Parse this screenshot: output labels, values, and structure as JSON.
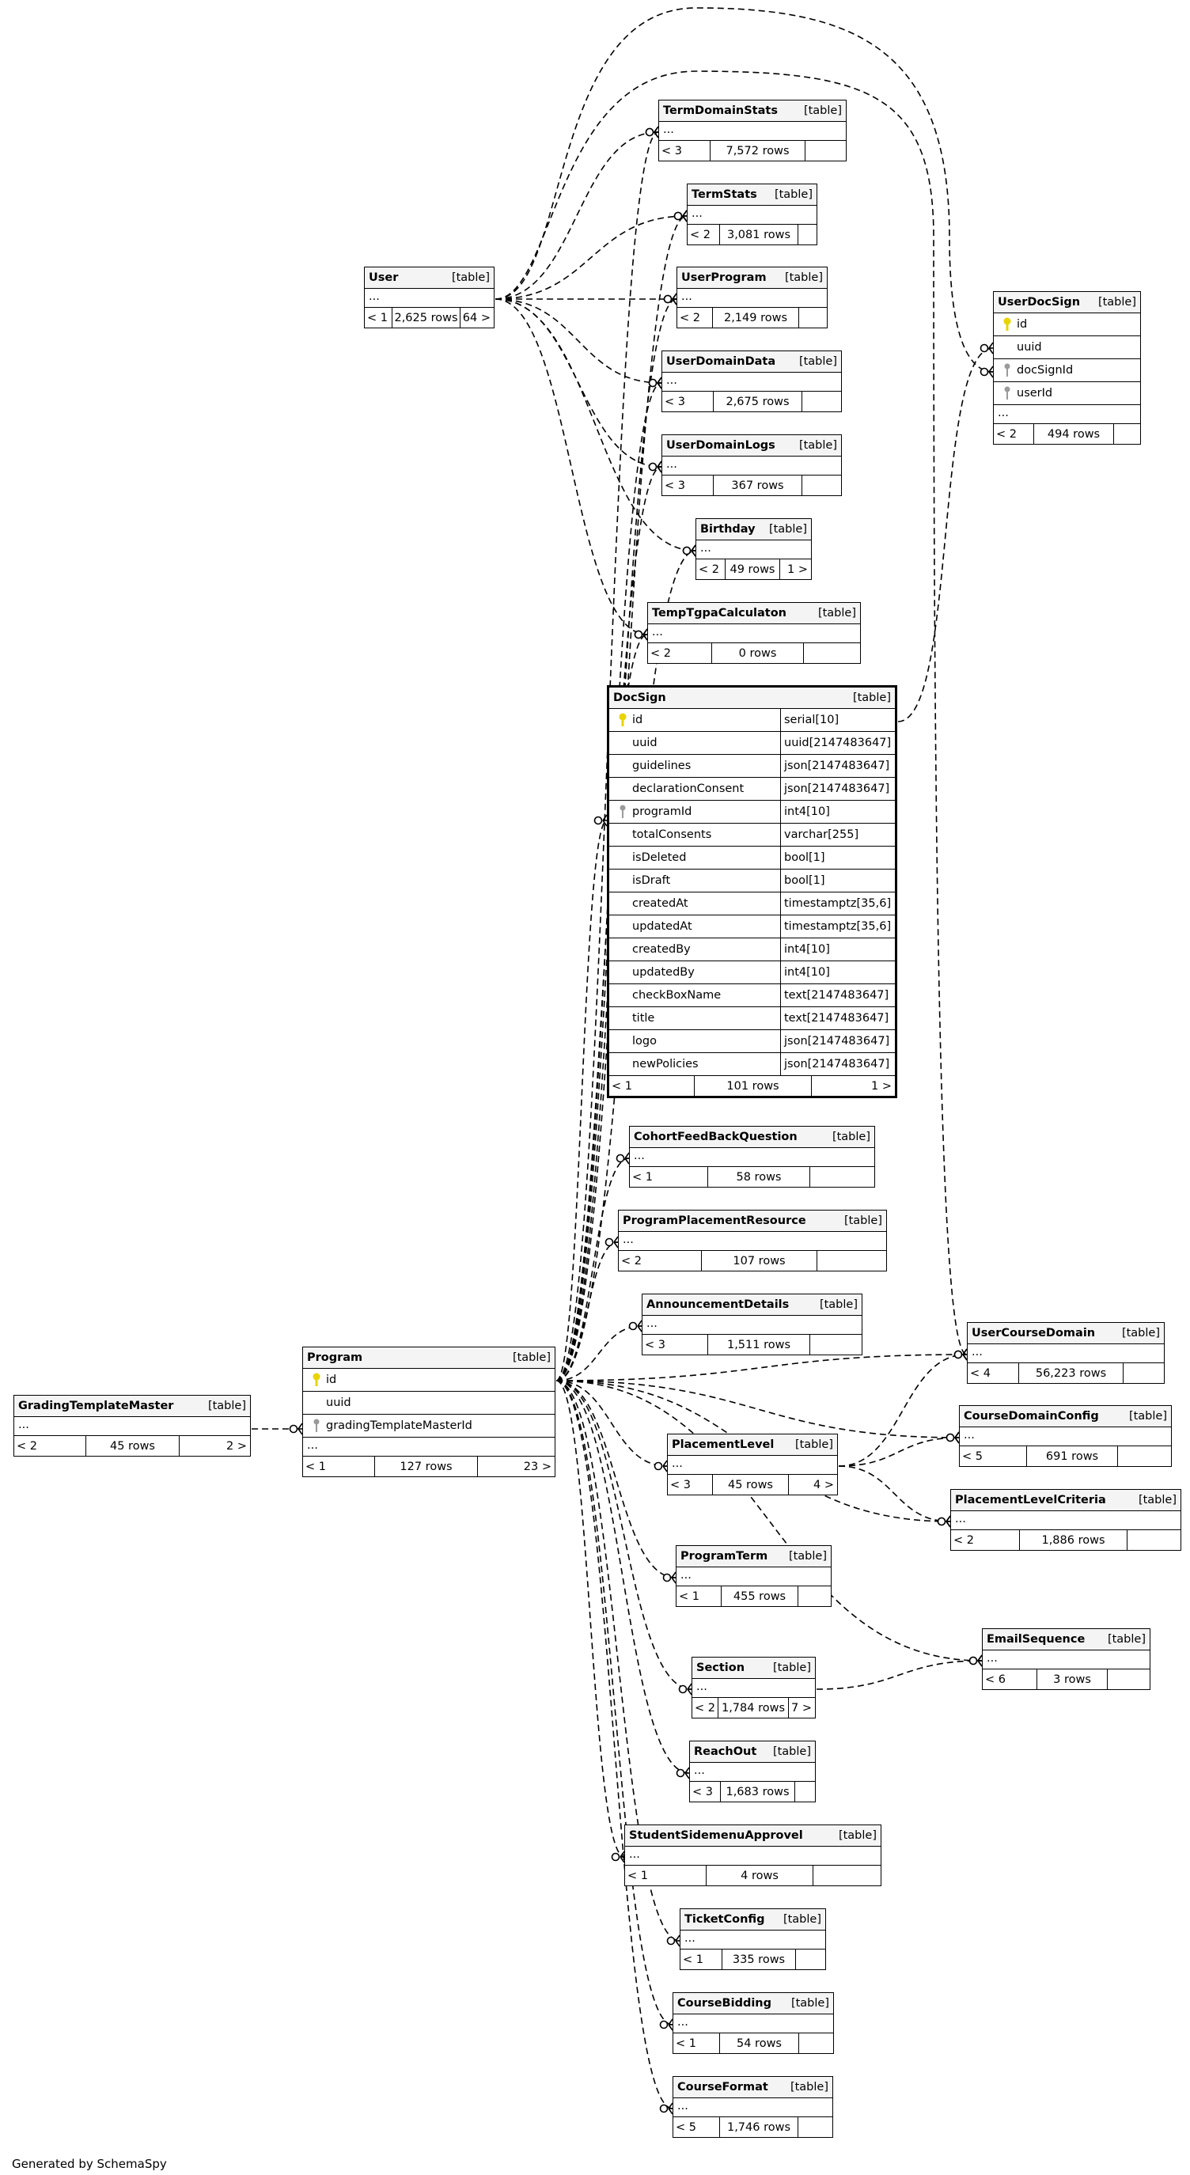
{
  "footer_text": "Generated by SchemaSpy",
  "colors": {
    "primary_key": "#e8d400",
    "foreign_key": "#9a9a9a",
    "header_bg": "#f4f4f4",
    "line": "#000000"
  },
  "tables": {
    "GradingTemplateMaster": {
      "name": "GradingTemplateMaster",
      "type": "[table]",
      "ellipsis": "...",
      "parents": "< 2",
      "rows": "45 rows",
      "children": "2 >"
    },
    "Program": {
      "name": "Program",
      "type": "[table]",
      "ellipsis": "...",
      "parents": "< 1",
      "rows": "127 rows",
      "children": "23 >",
      "columns": [
        {
          "name": "id",
          "key": "primary-key-icon"
        },
        {
          "name": "uuid",
          "key": ""
        },
        {
          "name": "gradingTemplateMasterId",
          "key": "foreign-key-icon"
        }
      ]
    },
    "User": {
      "name": "User",
      "type": "[table]",
      "ellipsis": "...",
      "parents": "< 1",
      "rows": "2,625 rows",
      "children": "64 >"
    },
    "TermDomainStats": {
      "name": "TermDomainStats",
      "type": "[table]",
      "ellipsis": "...",
      "parents": "< 3",
      "rows": "7,572 rows",
      "children": ""
    },
    "TermStats": {
      "name": "TermStats",
      "type": "[table]",
      "ellipsis": "...",
      "parents": "< 2",
      "rows": "3,081 rows",
      "children": ""
    },
    "UserProgram": {
      "name": "UserProgram",
      "type": "[table]",
      "ellipsis": "...",
      "parents": "< 2",
      "rows": "2,149 rows",
      "children": ""
    },
    "UserDomainData": {
      "name": "UserDomainData",
      "type": "[table]",
      "ellipsis": "...",
      "parents": "< 3",
      "rows": "2,675 rows",
      "children": ""
    },
    "UserDomainLogs": {
      "name": "UserDomainLogs",
      "type": "[table]",
      "ellipsis": "...",
      "parents": "< 3",
      "rows": "367 rows",
      "children": ""
    },
    "Birthday": {
      "name": "Birthday",
      "type": "[table]",
      "ellipsis": "...",
      "parents": "< 2",
      "rows": "49 rows",
      "children": "1 >"
    },
    "TempTgpaCalculaton": {
      "name": "TempTgpaCalculaton",
      "type": "[table]",
      "ellipsis": "...",
      "parents": "< 2",
      "rows": "0 rows",
      "children": ""
    },
    "UserDocSign": {
      "name": "UserDocSign",
      "type": "[table]",
      "ellipsis": "...",
      "parents": "< 2",
      "rows": "494 rows",
      "children": "",
      "columns": [
        {
          "name": "id",
          "key": "primary-key-icon"
        },
        {
          "name": "uuid",
          "key": ""
        },
        {
          "name": "docSignId",
          "key": "foreign-key-icon"
        },
        {
          "name": "userId",
          "key": "foreign-key-icon"
        }
      ]
    },
    "DocSign": {
      "name": "DocSign",
      "type": "[table]",
      "parents": "< 1",
      "rows": "101 rows",
      "children": "1 >",
      "columns": [
        {
          "name": "id",
          "datatype": "serial[10]",
          "key": "primary-key-icon"
        },
        {
          "name": "uuid",
          "datatype": "uuid[2147483647]",
          "key": ""
        },
        {
          "name": "guidelines",
          "datatype": "json[2147483647]",
          "key": ""
        },
        {
          "name": "declarationConsent",
          "datatype": "json[2147483647]",
          "key": ""
        },
        {
          "name": "programId",
          "datatype": "int4[10]",
          "key": "foreign-key-icon"
        },
        {
          "name": "totalConsents",
          "datatype": "varchar[255]",
          "key": ""
        },
        {
          "name": "isDeleted",
          "datatype": "bool[1]",
          "key": ""
        },
        {
          "name": "isDraft",
          "datatype": "bool[1]",
          "key": ""
        },
        {
          "name": "createdAt",
          "datatype": "timestamptz[35,6]",
          "key": ""
        },
        {
          "name": "updatedAt",
          "datatype": "timestamptz[35,6]",
          "key": ""
        },
        {
          "name": "createdBy",
          "datatype": "int4[10]",
          "key": ""
        },
        {
          "name": "updatedBy",
          "datatype": "int4[10]",
          "key": ""
        },
        {
          "name": "checkBoxName",
          "datatype": "text[2147483647]",
          "key": ""
        },
        {
          "name": "title",
          "datatype": "text[2147483647]",
          "key": ""
        },
        {
          "name": "logo",
          "datatype": "json[2147483647]",
          "key": ""
        },
        {
          "name": "newPolicies",
          "datatype": "json[2147483647]",
          "key": ""
        }
      ]
    },
    "CohortFeedBackQuestion": {
      "name": "CohortFeedBackQuestion",
      "type": "[table]",
      "ellipsis": "...",
      "parents": "< 1",
      "rows": "58 rows",
      "children": ""
    },
    "ProgramPlacementResource": {
      "name": "ProgramPlacementResource",
      "type": "[table]",
      "ellipsis": "...",
      "parents": "< 2",
      "rows": "107 rows",
      "children": ""
    },
    "AnnouncementDetails": {
      "name": "AnnouncementDetails",
      "type": "[table]",
      "ellipsis": "...",
      "parents": "< 3",
      "rows": "1,511 rows",
      "children": ""
    },
    "UserCourseDomain": {
      "name": "UserCourseDomain",
      "type": "[table]",
      "ellipsis": "...",
      "parents": "< 4",
      "rows": "56,223 rows",
      "children": ""
    },
    "CourseDomainConfig": {
      "name": "CourseDomainConfig",
      "type": "[table]",
      "ellipsis": "...",
      "parents": "< 5",
      "rows": "691 rows",
      "children": ""
    },
    "PlacementLevel": {
      "name": "PlacementLevel",
      "type": "[table]",
      "ellipsis": "...",
      "parents": "< 3",
      "rows": "45 rows",
      "children": "4 >"
    },
    "PlacementLevelCriteria": {
      "name": "PlacementLevelCriteria",
      "type": "[table]",
      "ellipsis": "...",
      "parents": "< 2",
      "rows": "1,886 rows",
      "children": ""
    },
    "ProgramTerm": {
      "name": "ProgramTerm",
      "type": "[table]",
      "ellipsis": "...",
      "parents": "< 1",
      "rows": "455 rows",
      "children": ""
    },
    "EmailSequence": {
      "name": "EmailSequence",
      "type": "[table]",
      "ellipsis": "...",
      "parents": "< 6",
      "rows": "3 rows",
      "children": ""
    },
    "Section": {
      "name": "Section",
      "type": "[table]",
      "ellipsis": "...",
      "parents": "< 2",
      "rows": "1,784 rows",
      "children": "7 >"
    },
    "ReachOut": {
      "name": "ReachOut",
      "type": "[table]",
      "ellipsis": "...",
      "parents": "< 3",
      "rows": "1,683 rows",
      "children": ""
    },
    "StudentSidemenuApprovel": {
      "name": "StudentSidemenuApprovel",
      "type": "[table]",
      "ellipsis": "...",
      "parents": "< 1",
      "rows": "4 rows",
      "children": ""
    },
    "TicketConfig": {
      "name": "TicketConfig",
      "type": "[table]",
      "ellipsis": "...",
      "parents": "< 1",
      "rows": "335 rows",
      "children": ""
    },
    "CourseBidding": {
      "name": "CourseBidding",
      "type": "[table]",
      "ellipsis": "...",
      "parents": "< 1",
      "rows": "54 rows",
      "children": ""
    },
    "CourseFormat": {
      "name": "CourseFormat",
      "type": "[table]",
      "ellipsis": "...",
      "parents": "< 5",
      "rows": "1,746 rows",
      "children": ""
    }
  }
}
